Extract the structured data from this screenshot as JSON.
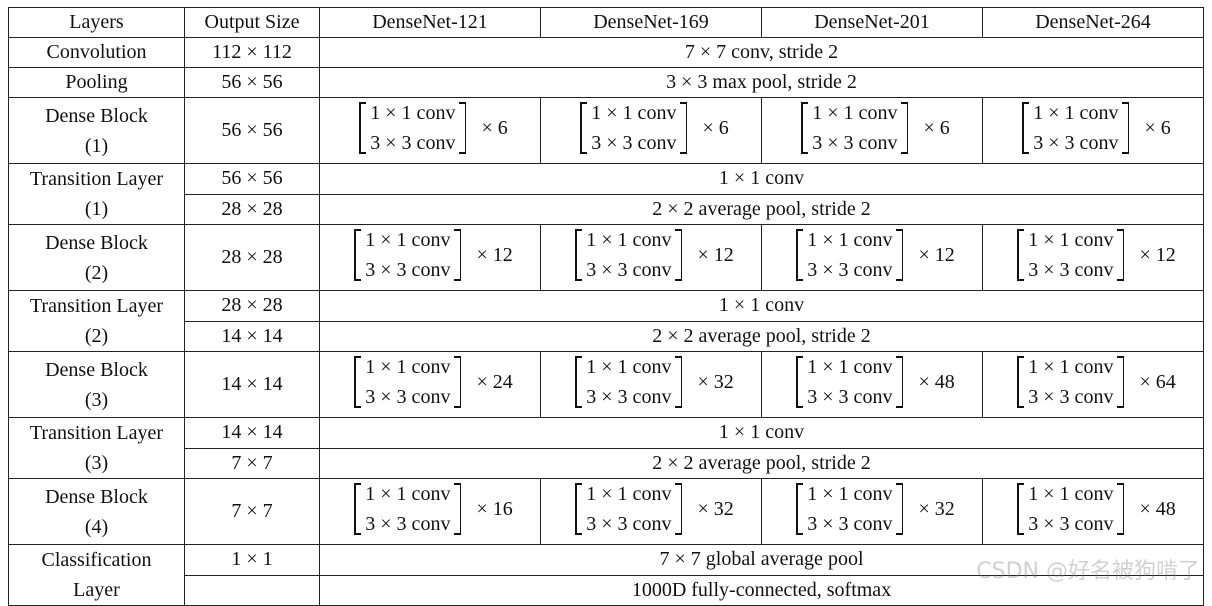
{
  "header": [
    "Layers",
    "Output Size",
    "DenseNet-121",
    "DenseNet-169",
    "DenseNet-201",
    "DenseNet-264"
  ],
  "block_line1": "1 × 1 conv",
  "block_line2": "3 × 3 conv",
  "rows": {
    "conv": {
      "layer": "Convolution",
      "size": "112 × 112",
      "text": "7 × 7 conv, stride 2"
    },
    "pool": {
      "layer": "Pooling",
      "size": "56 × 56",
      "text": "3 × 3 max pool, stride 2"
    },
    "db1": {
      "layer1": "Dense Block",
      "layer2": "(1)",
      "size": "56 × 56",
      "mult": [
        "× 6",
        "× 6",
        "× 6",
        "× 6"
      ]
    },
    "tl1": {
      "layer1": "Transition Layer",
      "layer2": "(1)",
      "size_a": "56 × 56",
      "text_a": "1 × 1 conv",
      "size_b": "28 × 28",
      "text_b": "2 × 2 average pool, stride 2"
    },
    "db2": {
      "layer1": "Dense Block",
      "layer2": "(2)",
      "size": "28 × 28",
      "mult": [
        "× 12",
        "× 12",
        "× 12",
        "× 12"
      ]
    },
    "tl2": {
      "layer1": "Transition Layer",
      "layer2": "(2)",
      "size_a": "28 × 28",
      "text_a": "1 × 1 conv",
      "size_b": "14 × 14",
      "text_b": "2 × 2 average pool, stride 2"
    },
    "db3": {
      "layer1": "Dense Block",
      "layer2": "(3)",
      "size": "14 × 14",
      "mult": [
        "× 24",
        "× 32",
        "× 48",
        "× 64"
      ]
    },
    "tl3": {
      "layer1": "Transition Layer",
      "layer2": "(3)",
      "size_a": "14 × 14",
      "text_a": "1 × 1 conv",
      "size_b": "7 × 7",
      "text_b": "2 × 2 average pool, stride 2"
    },
    "db4": {
      "layer1": "Dense Block",
      "layer2": "(4)",
      "size": "7 × 7",
      "mult": [
        "× 16",
        "× 32",
        "× 32",
        "× 48"
      ]
    },
    "cls": {
      "layer1": "Classification",
      "layer2": "Layer",
      "size_a": "1 × 1",
      "text_a": "7 × 7 global average pool",
      "size_b": "",
      "text_b": "1000D fully-connected, softmax"
    }
  },
  "watermark": "CSDN @好名被狗啃了"
}
